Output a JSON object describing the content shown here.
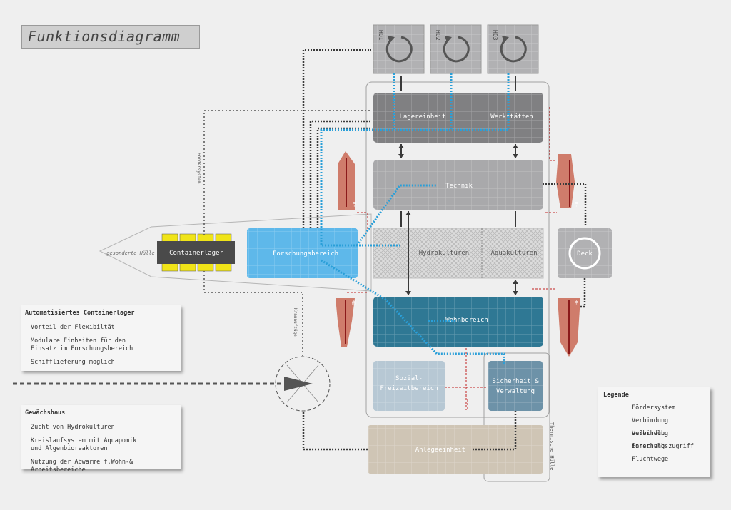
{
  "title": "Funktionsdiagramm",
  "towers": [
    "HO1",
    "HO2",
    "HO3"
  ],
  "blocks": {
    "lager": "Lagereinheit",
    "werkstatten": "Werkstätten",
    "technik": "Technik",
    "forschung": "Forschungsbereich",
    "hydro": "Hydrokulturen",
    "aqua": "Aquakulturen",
    "deck": "Deck",
    "wohn": "Wohnbereich",
    "sozial": "Sozial-\nFreizeitbereich",
    "sicherheit": "Sicherheit &\nVerwaltung",
    "anlege": "Anlegeeinheit",
    "container": "Containerlager"
  },
  "labels": {
    "huelle": "gesonderte Hülle",
    "foerdersystem": "Fördersystem",
    "kranaufzug": "Kranaufzüge",
    "thermisch": "Thermische Hülle",
    "re": "RE"
  },
  "panels": {
    "container": {
      "heading": "Automatisiertes Containerlager",
      "items": [
        "Vorteil der Flexibiltät",
        "Modulare Einheiten für den\nEinsatz im Forschungsbereich",
        "Schifflieferung möglich"
      ]
    },
    "greenhouse": {
      "heading": "Gewächshaus",
      "items": [
        "Zucht von Hydrokulturen",
        "Kreislaufsystem mit Aquapomik\nund Algenbioreaktoren",
        "Nutzung der Abwärme f.Wohn-& Arbeitsbereiche"
      ]
    }
  },
  "legend": {
    "heading": "Legende",
    "items": [
      "Fördersystem",
      "Verbindung außerhalb",
      "Verbindung innerhalb",
      "Forschungszugriff",
      "Fluchtwege"
    ]
  },
  "colors": {
    "dark_block": "#808082",
    "mid_block": "#a9a9ab",
    "research": "#5eb8ea",
    "living": "#2f7894",
    "security": "#6d92a8",
    "social": "#b7c8d4",
    "anlege": "#cfc5b5",
    "container_yellow": "#f0e418",
    "re_red": "#c4553f",
    "blue_path": "#2a9fd8",
    "dark_dots": "#3a3a3a",
    "red_dashes": "#c02020"
  }
}
